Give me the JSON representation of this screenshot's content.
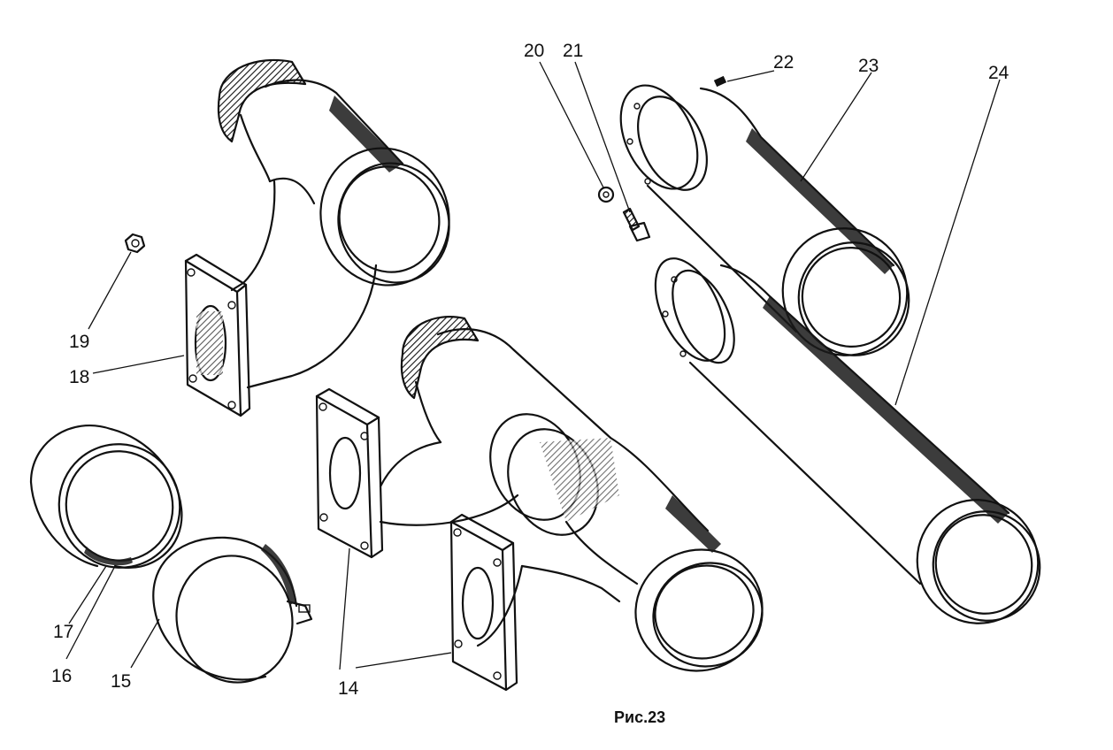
{
  "caption": "Рис.23",
  "callouts": [
    {
      "id": "c14",
      "text": "14"
    },
    {
      "id": "c15",
      "text": "15"
    },
    {
      "id": "c16",
      "text": "16"
    },
    {
      "id": "c17",
      "text": "17"
    },
    {
      "id": "c18",
      "text": "18"
    },
    {
      "id": "c19",
      "text": "19"
    },
    {
      "id": "c20",
      "text": "20"
    },
    {
      "id": "c21",
      "text": "21"
    },
    {
      "id": "c22",
      "text": "22"
    },
    {
      "id": "c23",
      "text": "23"
    },
    {
      "id": "c24",
      "text": "24"
    }
  ]
}
